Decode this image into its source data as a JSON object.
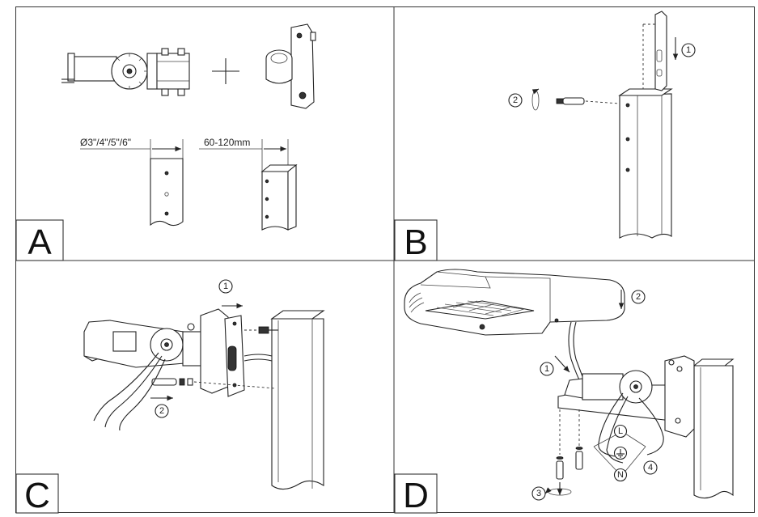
{
  "panels": [
    {
      "letter": "A",
      "dim_left": "Ø3\"/4\"/5\"/6\"",
      "dim_right": "60-120mm"
    },
    {
      "letter": "B",
      "steps": [
        "1",
        "2"
      ]
    },
    {
      "letter": "C",
      "steps": [
        "1",
        "2"
      ]
    },
    {
      "letter": "D",
      "steps": [
        "1",
        "2",
        "3",
        "4"
      ],
      "wire_labels": [
        "L",
        "N"
      ]
    }
  ],
  "colors": {
    "line": "#222222",
    "background": "#ffffff",
    "border": "#444444"
  }
}
